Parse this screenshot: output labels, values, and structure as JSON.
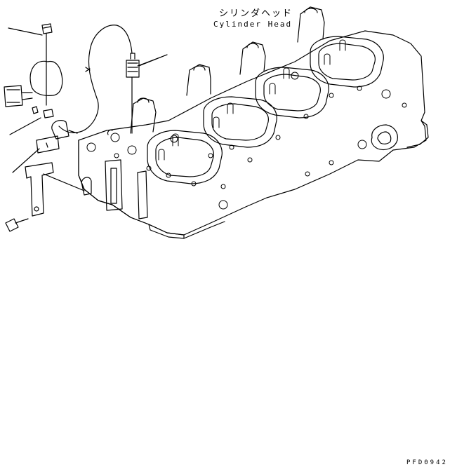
{
  "title_jp": "シリンダヘッド",
  "title_en": "Cylinder Head",
  "drawing_code": "PFD0942"
}
